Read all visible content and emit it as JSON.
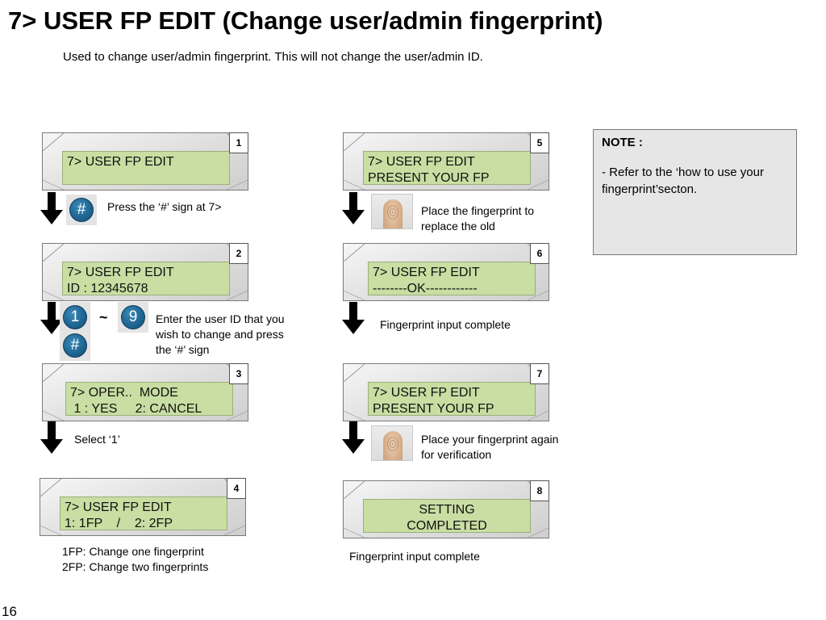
{
  "page": {
    "title": "7> USER FP EDIT (Change user/admin fingerprint)",
    "subtitle": "Used to change user/admin fingerprint. This will not change the user/admin ID.",
    "page_number": "16"
  },
  "steps": [
    {
      "number": "1",
      "screen": "7> USER FP EDIT"
    },
    {
      "number": "2",
      "screen": "7> USER FP EDIT\nID : 12345678"
    },
    {
      "number": "3",
      "screen": "7> OPER..  MODE\n 1 : YES     2: CANCEL"
    },
    {
      "number": "4",
      "screen": "7> USER FP EDIT\n1: 1FP    /    2: 2FP"
    },
    {
      "number": "5",
      "screen": "7> USER FP EDIT\nPRESENT YOUR FP"
    },
    {
      "number": "6",
      "screen": "7> USER FP EDIT\n--------OK------------"
    },
    {
      "number": "7",
      "screen": "7> USER FP EDIT\nPRESENT YOUR FP"
    },
    {
      "number": "8",
      "screen": "SETTING\nCOMPLETED"
    }
  ],
  "keys": {
    "hash": "#",
    "one": "1",
    "nine": "9",
    "tilde": "~"
  },
  "captions": {
    "press_hash": "Press the ‘#’ sign at 7>",
    "enter_id": "Enter the user ID that you\nwish to change and press\nthe ‘#’ sign",
    "select_1": "Select ‘1’",
    "fp_options": "1FP: Change one fingerprint\n2FP: Change two fingerprints",
    "place_fp": "Place the fingerprint to\nreplace the old",
    "fp_complete_6": "Fingerprint input complete",
    "place_again": "Place your fingerprint again\nfor verification",
    "fp_complete_8": "Fingerprint input complete"
  },
  "note": {
    "title": "NOTE :",
    "text": "- Refer to the ‘how to use your fingerprint’secton."
  },
  "icons": [
    "down-arrow-icon",
    "hash-key-icon",
    "number-key-icon",
    "fingerprint-photo"
  ],
  "colors": {
    "lcd": "#c8dea2",
    "key": "#1f6694",
    "note_bg": "#e6e6e6"
  }
}
